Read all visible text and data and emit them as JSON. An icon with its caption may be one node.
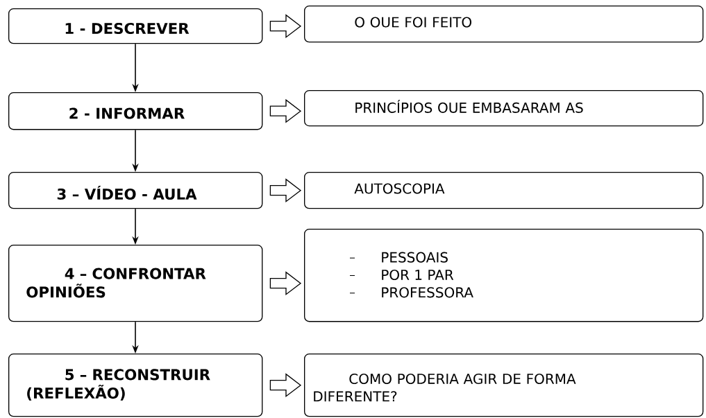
{
  "diagram": {
    "nodes": [
      {
        "text": [
          "1 - DESCREVER"
        ]
      },
      {
        "text": [
          "O OUE FOI FEITO"
        ]
      },
      {
        "text": [
          "2 - INFORMAR"
        ]
      },
      {
        "text": [
          "PRINCÍPIOS OUE EMBASARAM AS"
        ]
      },
      {
        "text": [
          "3 – VÍDEO - AULA"
        ]
      },
      {
        "text": [
          "AUTOSCOPIA"
        ]
      },
      {
        "text": [
          "4 – CONFRONTAR OPINIÕES"
        ]
      },
      {
        "text": [
          "PESSOAIS",
          "POR 1 PAR",
          "PROFESSORA"
        ]
      },
      {
        "text": [
          "5 – RECONSTRUIR (REFLEXÃO)"
        ]
      },
      {
        "text": [
          "COMO PODERIA AGIR DE FORMA DIFERENTE?"
        ]
      }
    ],
    "edges": [
      {
        "from": 0,
        "to": 1,
        "arrow": "to",
        "style": "thick"
      },
      {
        "from": 0,
        "to": 2,
        "arrow": "to"
      },
      {
        "from": 2,
        "to": 3,
        "arrow": "to",
        "style": "thick"
      },
      {
        "from": 2,
        "to": 4,
        "arrow": "to"
      },
      {
        "from": 4,
        "to": 5,
        "arrow": "to",
        "style": "thick"
      },
      {
        "from": 4,
        "to": 6,
        "arrow": "to"
      },
      {
        "from": 6,
        "to": 7,
        "arrow": "to",
        "style": "thick"
      },
      {
        "from": 6,
        "to": 8,
        "arrow": "to"
      },
      {
        "from": 8,
        "to": 9,
        "arrow": "to",
        "style": "thick"
      }
    ]
  }
}
